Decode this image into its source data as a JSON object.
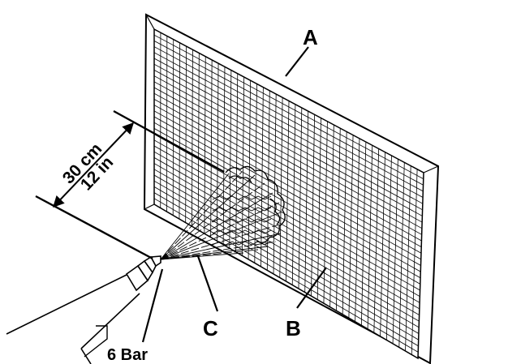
{
  "diagram": {
    "labels": {
      "frame": "A",
      "mesh": "B",
      "spray": "C",
      "pressure": "6 Bar",
      "distance_metric": "30 cm",
      "distance_imperial": "12 in"
    },
    "colors": {
      "ink": "#000000",
      "background": "#ffffff"
    }
  }
}
